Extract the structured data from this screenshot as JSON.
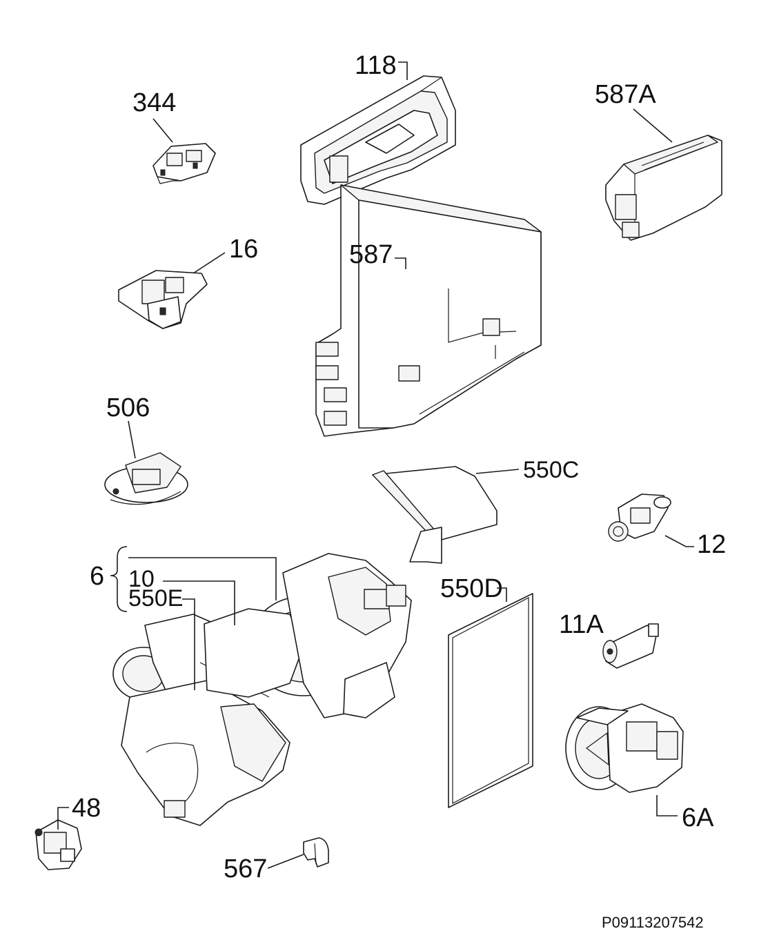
{
  "labels": {
    "l118": "118",
    "l344": "344",
    "l587A": "587A",
    "l16": "16",
    "l587": "587",
    "l506": "506",
    "l550C": "550C",
    "l12": "12",
    "l6": "6",
    "l10": "10",
    "l550E": "550E",
    "l550D": "550D",
    "l11A": "11A",
    "l48": "48",
    "l6A": "6A",
    "l567": "567"
  },
  "reference_code": "P09113207542"
}
